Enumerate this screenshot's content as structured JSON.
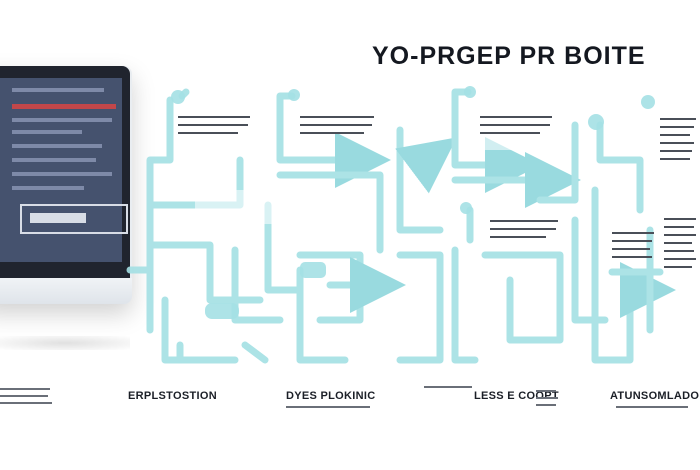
{
  "title": "YO-PRGEP PR BOITE",
  "steps": [
    {
      "heading": "ERPLSTOSTION"
    },
    {
      "heading": "DYES PLOKINIC"
    },
    {
      "heading": "LESS E COOPT"
    },
    {
      "heading": "ATUNSOMLADOR"
    }
  ],
  "colors": {
    "pipe": "#9ddde2",
    "pipe_dark": "#6fcbd3",
    "screen": "#45526e",
    "bezel": "#20242e",
    "accent_red": "#c2474a",
    "text": "#141820"
  }
}
